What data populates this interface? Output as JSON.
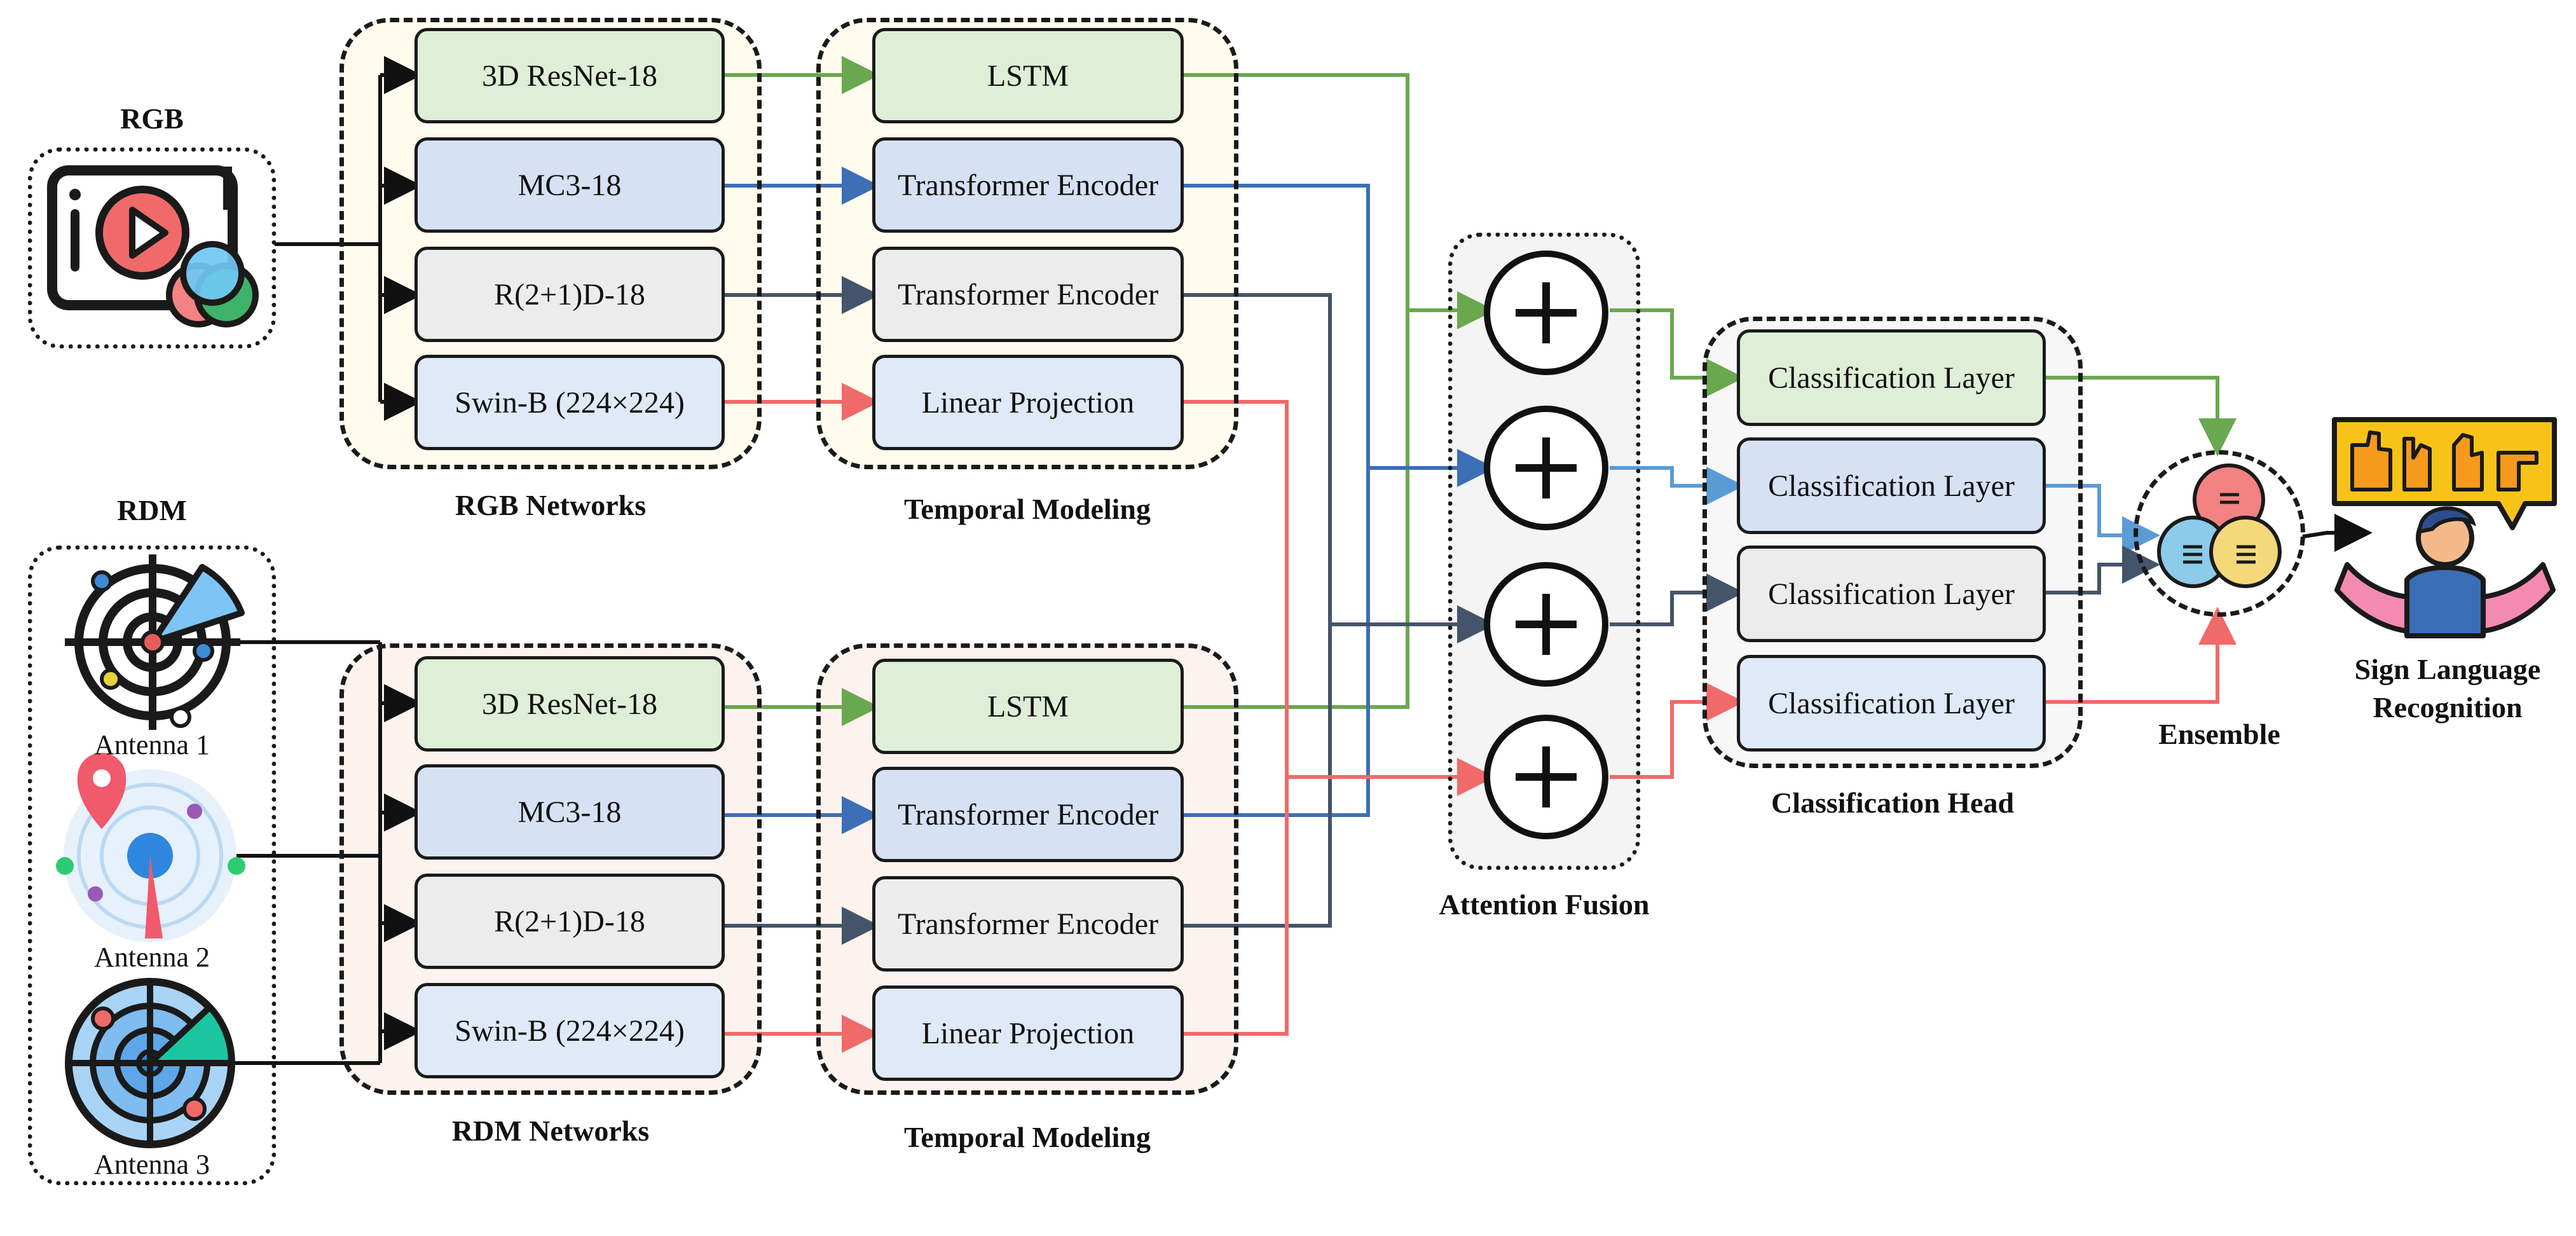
{
  "inputs": {
    "rgb_title": "RGB",
    "rdm_title": "RDM",
    "antennas": [
      "Antenna 1",
      "Antenna 2",
      "Antenna 3"
    ]
  },
  "rgb_networks": {
    "title": "RGB Networks",
    "items": [
      "3D ResNet-18",
      "MC3-18",
      "R(2+1)D-18",
      "Swin-B (224×224)"
    ]
  },
  "rdm_networks": {
    "title": "RDM Networks",
    "items": [
      "3D ResNet-18",
      "MC3-18",
      "R(2+1)D-18",
      "Swin-B (224×224)"
    ]
  },
  "temporal_top": {
    "title": "Temporal Modeling",
    "items": [
      "LSTM",
      "Transformer Encoder",
      "Transformer Encoder",
      "Linear Projection"
    ]
  },
  "temporal_bottom": {
    "title": "Temporal Modeling",
    "items": [
      "LSTM",
      "Transformer Encoder",
      "Transformer Encoder",
      "Linear Projection"
    ]
  },
  "fusion": {
    "title": "Attention Fusion"
  },
  "classification": {
    "title": "Classification Head",
    "items": [
      "Classification Layer",
      "Classification Layer",
      "Classification Layer",
      "Classification Layer"
    ]
  },
  "ensemble": {
    "title": "Ensemble"
  },
  "output": {
    "title_line1": "Sign Language",
    "title_line2": "Recognition"
  },
  "colors": {
    "green": "#6aa84f",
    "blue": "#3d6fb6",
    "slate": "#44546a",
    "red": "#f06a6a"
  },
  "icons": [
    "video-monitor-icon",
    "radar-icon",
    "radar-pin-icon",
    "radar-sector-icon",
    "sign-hands-icon",
    "person-shrug-icon",
    "ensemble-circles-icon",
    "plus-icon"
  ]
}
